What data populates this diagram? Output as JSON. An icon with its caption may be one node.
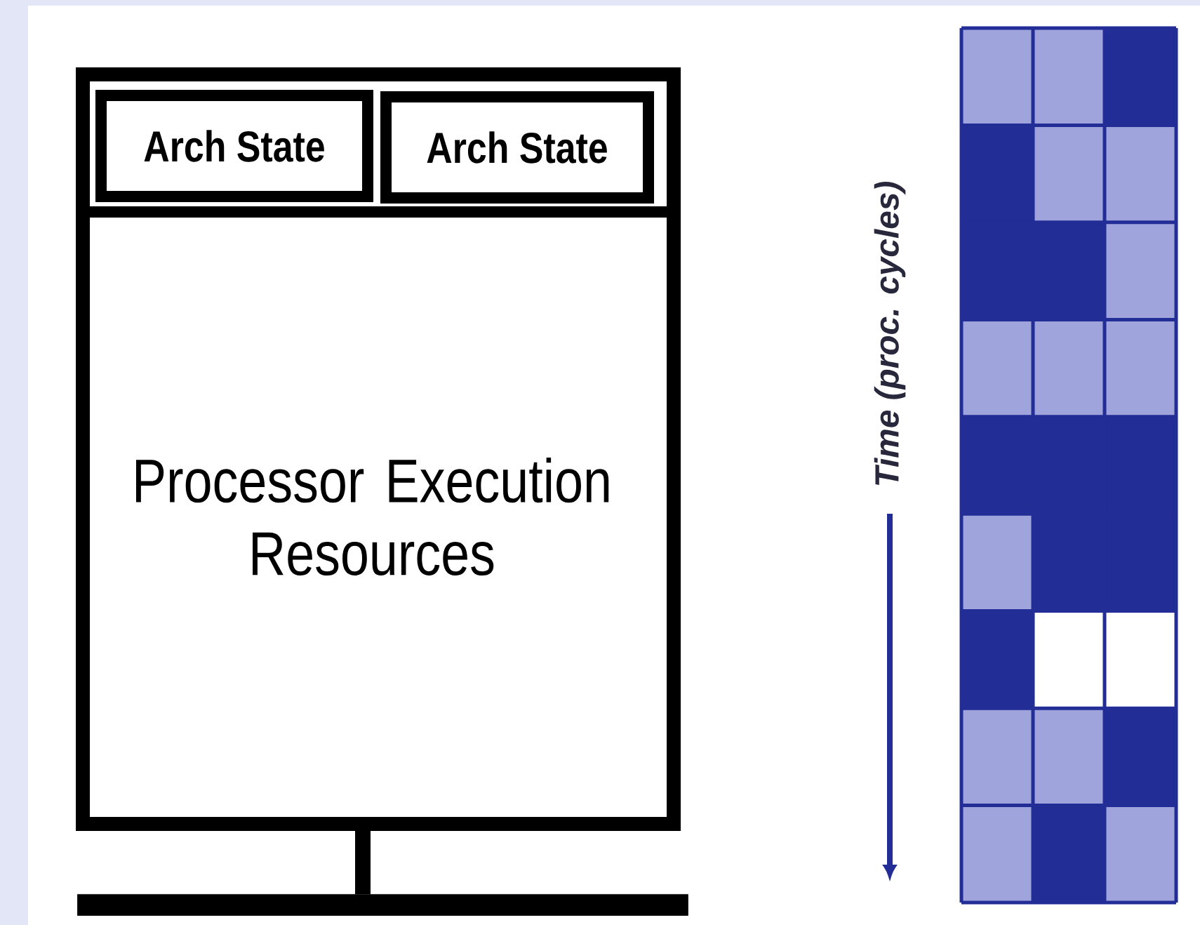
{
  "diagram": {
    "nodes": [
      {
        "text": [
          "Processor Execution Resources"
        ]
      },
      {
        "text": [
          "Arch State"
        ],
        "in": 0
      },
      {
        "text": [
          "Arch State"
        ],
        "in": 0
      },
      {
        "text": [],
        "shape": "bar"
      }
    ],
    "edges": [
      {
        "from": 0,
        "to": 3,
        "arrow": "none"
      }
    ],
    "labels": [
      "Time (proc. cycles)"
    ]
  }
}
